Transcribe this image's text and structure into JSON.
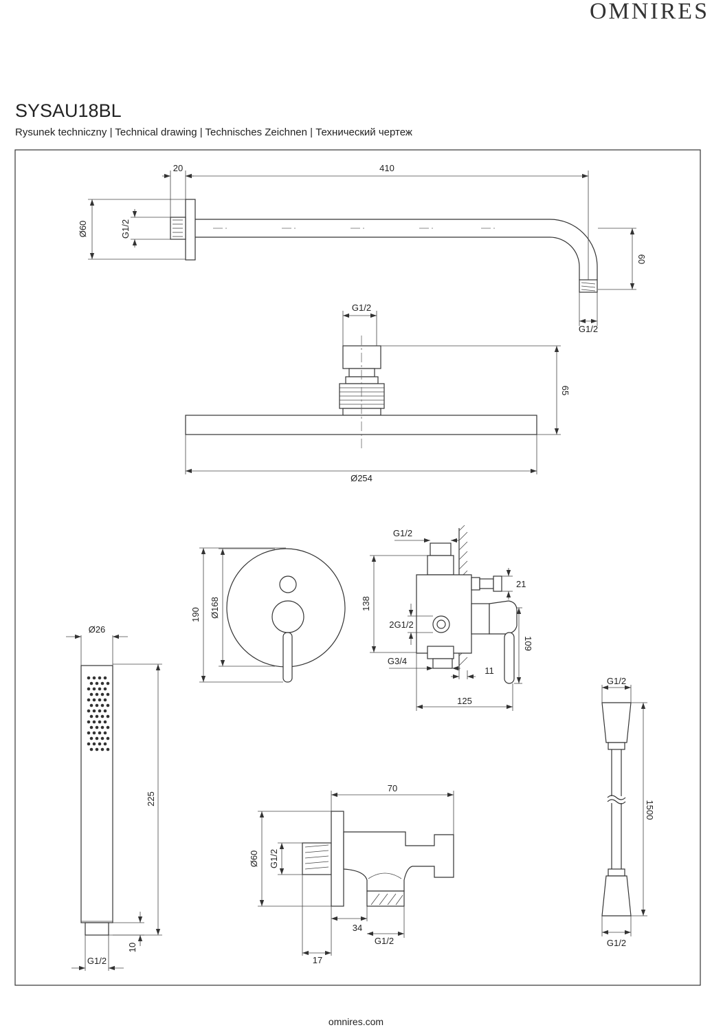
{
  "header": {
    "brand": "OMNIRES",
    "model": "SYSAU18BL",
    "subtitle": "Rysunek techniczny | Technical drawing | Technisches Zeichnen | Технический чертеж"
  },
  "footer": {
    "url": "omnires.com"
  },
  "dimensions": {
    "arm": {
      "flange": "20",
      "length": "410",
      "diameter": "Ø60",
      "thread_in": "G1/2",
      "drop": "60",
      "thread_out": "G1/2"
    },
    "head": {
      "thread": "G1/2",
      "height": "65",
      "diameter": "Ø254"
    },
    "mixer_front": {
      "outer": "190",
      "inner": "Ø168"
    },
    "mixer_side": {
      "inlet": "G1/2",
      "height": "138",
      "outlets": "2G1/2",
      "bottom": "G3/4",
      "spindle": "21",
      "lever": "109",
      "wall": "11",
      "depth": "125"
    },
    "hand_shower": {
      "diameter": "Ø26",
      "length": "225",
      "tip": "10",
      "thread": "G1/2"
    },
    "elbow": {
      "length": "70",
      "diameter": "Ø60",
      "thread_in": "G1/2",
      "offset": "34",
      "thread_out": "G1/2",
      "wall": "17"
    },
    "hose": {
      "thread_top": "G1/2",
      "length": "1500",
      "thread_bottom": "G1/2"
    }
  }
}
